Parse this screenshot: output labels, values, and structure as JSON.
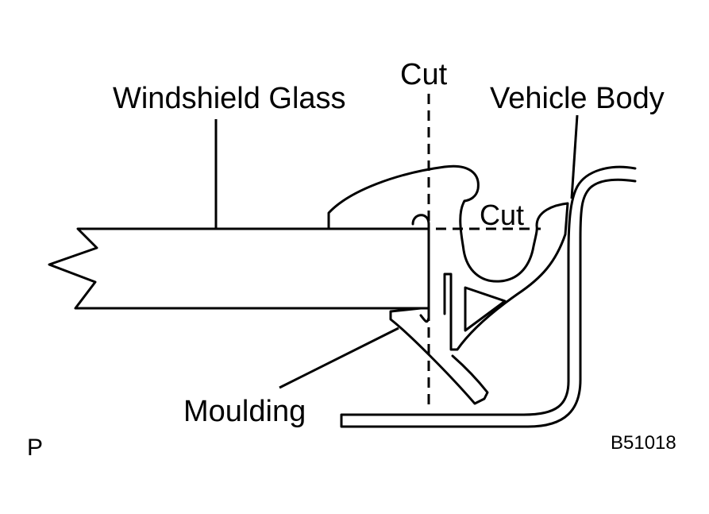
{
  "labels": {
    "windshield_glass": "Windshield Glass",
    "cut_vertical": "Cut",
    "vehicle_body": "Vehicle Body",
    "cut_horizontal": "Cut",
    "moulding": "Moulding",
    "corner_mark": "P",
    "figure_code": "B51018"
  },
  "colors": {
    "line": "#000000",
    "background": "#ffffff"
  }
}
